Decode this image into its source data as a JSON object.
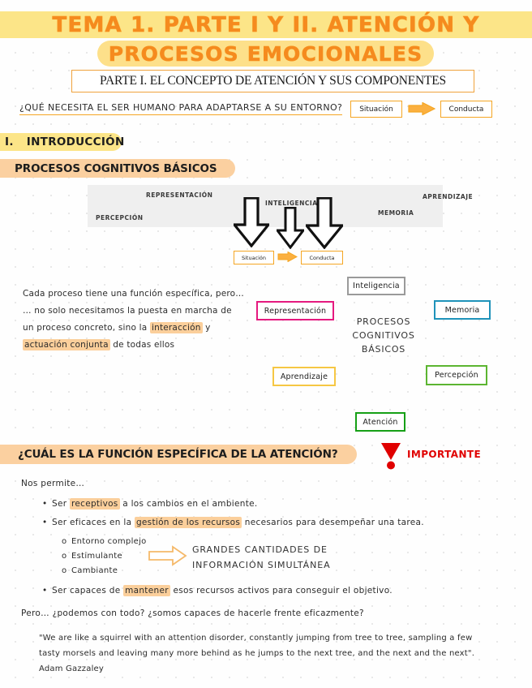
{
  "colors": {
    "title_orange": "#f58a1f",
    "band_yellow": "#fce588",
    "header_peach": "#fbd0a0",
    "box_orange": "#f5a623",
    "important_red": "#e00000",
    "highlight": "#fbcf9b",
    "gray_band": "#efefef"
  },
  "title": {
    "line1": "TEMA 1. PARTE I Y II. ATENCIÓN Y",
    "line2": "PROCESOS EMOCIONALES"
  },
  "parte_box": {
    "label": "PARTE I. EL CONCEPTO DE ATENCIÓN Y SUS COMPONENTES"
  },
  "question": {
    "text": "¿QUÉ NECESITA EL SER HUMANO PARA ADAPTARSE A SU ENTORNO?",
    "situacion": "Situación",
    "conducta": "Conducta"
  },
  "sections": {
    "intro_number": "I.",
    "intro_label": "INTRODUCCIÓN",
    "procesos_label": "PROCESOS COGNITIVOS BÁSICOS",
    "funcion_label": "¿CUÁL ES LA FUNCIÓN ESPECÍFICA DE LA ATENCIÓN?",
    "importante_label": "IMPORTANTE"
  },
  "gray_diagram": {
    "labels": [
      "REPRESENTACIÓN",
      "PERCEPCIÓN",
      "INTELIGENCIA",
      "MEMORIA",
      "APRENDIZAJE"
    ],
    "situacion": "Situación",
    "conducta": "Conducta"
  },
  "paragraph": {
    "l1": "Cada proceso tiene una función específica, pero…",
    "l2": "… no solo necesitamos la puesta en marcha de",
    "l3a": "un proceso concreto, sino la ",
    "l3b": "interacción",
    "l3c": " y",
    "l4a": "actuación conjunta",
    "l4b": " de todas ellos"
  },
  "concept_map": {
    "center": "PROCESOS\nCOGNITIVOS\nBÁSICOS",
    "center_l1": "PROCESOS",
    "center_l2": "COGNITIVOS",
    "center_l3": "BÁSICOS",
    "boxes": [
      {
        "label": "Inteligencia",
        "color": "#9a9a9a"
      },
      {
        "label": "Representación",
        "color": "#e5197f"
      },
      {
        "label": "Memoria",
        "color": "#1f93ba"
      },
      {
        "label": "Aprendizaje",
        "color": "#f6c744"
      },
      {
        "label": "Percepción",
        "color": "#5cb531"
      },
      {
        "label": "Atención",
        "color": "#16a016"
      }
    ]
  },
  "body": {
    "nos_permite": "Nos permite…",
    "b1a": "Ser ",
    "b1b": "receptivos",
    "b1c": " a los cambios en el ambiente.",
    "b2a": "Ser eficaces en la ",
    "b2b": "gestión de los recursos",
    "b2c": " necesarios para desempeñar una tarea.",
    "sub1": "Entorno complejo",
    "sub2": "Estimulante",
    "sub3": "Cambiante",
    "gran_l1": "GRANDES CANTIDADES DE",
    "gran_l2": "INFORMACIÓN SIMULTÁNEA",
    "b3a": "Ser capaces de ",
    "b3b": "mantener",
    "b3c": " esos recursos activos para conseguir el objetivo.",
    "pero": "Pero… ¿podemos con todo? ¿somos capaces de hacerle frente eficazmente?",
    "quote_l1": "\"We are like a squirrel with an attention disorder, constantly jumping from tree to tree, sampling a few",
    "quote_l2": "tasty morsels and leaving many more behind as he jumps to the next tree, and the next and the next\".",
    "quote_author": "Adam Gazzaley"
  }
}
